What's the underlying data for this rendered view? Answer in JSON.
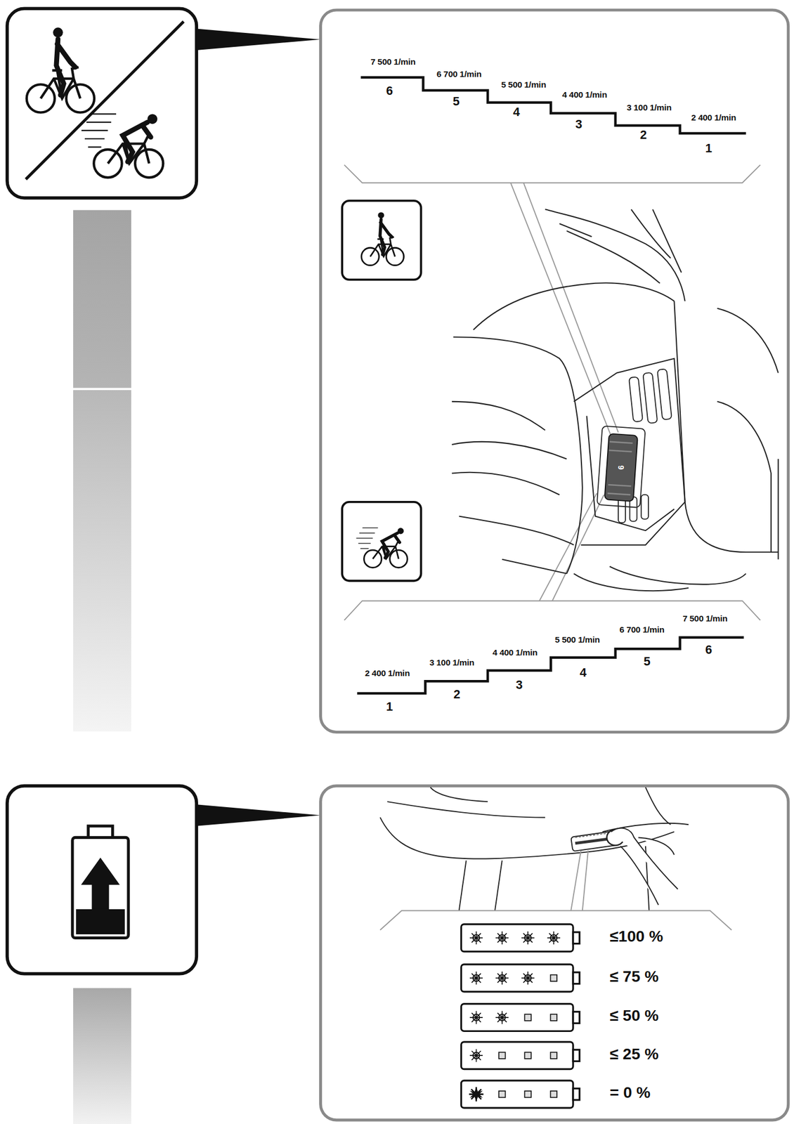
{
  "diagram": {
    "labels": [
      "7 500 1/min",
      "6",
      "6 700 1/min",
      "5",
      "5 500 1/min",
      "4",
      "4 400 1/min",
      "3",
      "3 100 1/min",
      "2",
      "2 400 1/min",
      "1",
      "2 400 1/min",
      "1",
      "3 100 1/min",
      "2",
      "4 400 1/min",
      "3",
      "5 500 1/min",
      "4",
      "6 700 1/min",
      "5",
      "7 500 1/min",
      "6",
      "6",
      "≤100 %",
      "≤ 75 %",
      "≤ 50 %",
      "≤ 25 %",
      "= 0 %"
    ]
  }
}
